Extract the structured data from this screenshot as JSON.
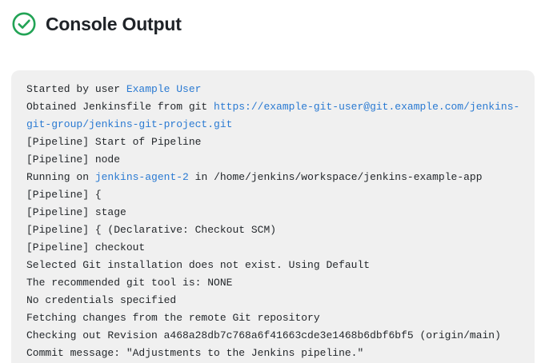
{
  "header": {
    "title": "Console Output",
    "status_icon": "check-circle-icon",
    "status_color": "#22a355"
  },
  "theme": {
    "page_background": "#ffffff",
    "panel_background": "#f0f0f0",
    "text_color": "#23272b",
    "muted_text_color": "#adb1b5",
    "link_color": "#2a7ad2"
  },
  "console": {
    "lines": [
      {
        "id": "line-started-by-user",
        "style": "normal",
        "segments": [
          {
            "text": "Started by user ",
            "kind": "plain"
          },
          {
            "text": "Example User",
            "kind": "link"
          }
        ]
      },
      {
        "id": "line-obtained-jenkinsfile",
        "style": "normal",
        "segments": [
          {
            "text": "Obtained Jenkinsfile from git ",
            "kind": "plain"
          },
          {
            "text": "https://example-git-user@git.example.com/jenkins-git-group/jenkins-git-project.git",
            "kind": "link"
          }
        ]
      },
      {
        "id": "line-pipeline-start",
        "style": "muted",
        "segments": [
          {
            "text": "[Pipeline] Start of Pipeline",
            "kind": "plain"
          }
        ]
      },
      {
        "id": "line-pipeline-node",
        "style": "muted",
        "segments": [
          {
            "text": "[Pipeline] node",
            "kind": "plain"
          }
        ]
      },
      {
        "id": "line-running-on-agent",
        "style": "normal",
        "segments": [
          {
            "text": "Running on ",
            "kind": "plain"
          },
          {
            "text": "jenkins-agent-2",
            "kind": "link"
          },
          {
            "text": " in /home/jenkins/workspace/jenkins-example-app",
            "kind": "plain"
          }
        ]
      },
      {
        "id": "line-pipeline-open-brace",
        "style": "muted",
        "segments": [
          {
            "text": "[Pipeline] {",
            "kind": "plain"
          }
        ]
      },
      {
        "id": "line-pipeline-stage",
        "style": "muted",
        "segments": [
          {
            "text": "[Pipeline] stage",
            "kind": "plain"
          }
        ]
      },
      {
        "id": "line-pipeline-declarative-checkout",
        "style": "muted",
        "segments": [
          {
            "text": "[Pipeline] { (Declarative: Checkout SCM)",
            "kind": "plain"
          }
        ]
      },
      {
        "id": "line-pipeline-checkout",
        "style": "muted",
        "segments": [
          {
            "text": "[Pipeline] checkout",
            "kind": "plain"
          }
        ]
      },
      {
        "id": "line-selected-git-installation",
        "style": "normal",
        "segments": [
          {
            "text": "Selected Git installation does not exist. Using Default",
            "kind": "plain"
          }
        ]
      },
      {
        "id": "line-recommended-git-tool",
        "style": "normal",
        "segments": [
          {
            "text": "The recommended git tool is: NONE",
            "kind": "plain"
          }
        ]
      },
      {
        "id": "line-no-credentials",
        "style": "normal",
        "segments": [
          {
            "text": "No credentials specified",
            "kind": "plain"
          }
        ]
      },
      {
        "id": "line-fetching-changes",
        "style": "normal",
        "segments": [
          {
            "text": "Fetching changes from the remote Git repository",
            "kind": "plain"
          }
        ]
      },
      {
        "id": "line-checking-out-revision",
        "style": "normal",
        "segments": [
          {
            "text": "Checking out Revision a468a28db7c768a6f41663cde3e1468b6dbf6bf5 (origin/main)",
            "kind": "plain"
          }
        ]
      },
      {
        "id": "line-commit-message",
        "style": "normal",
        "segments": [
          {
            "text": "Commit message: \"Adjustments to the Jenkins pipeline.\"",
            "kind": "plain"
          }
        ]
      }
    ]
  }
}
